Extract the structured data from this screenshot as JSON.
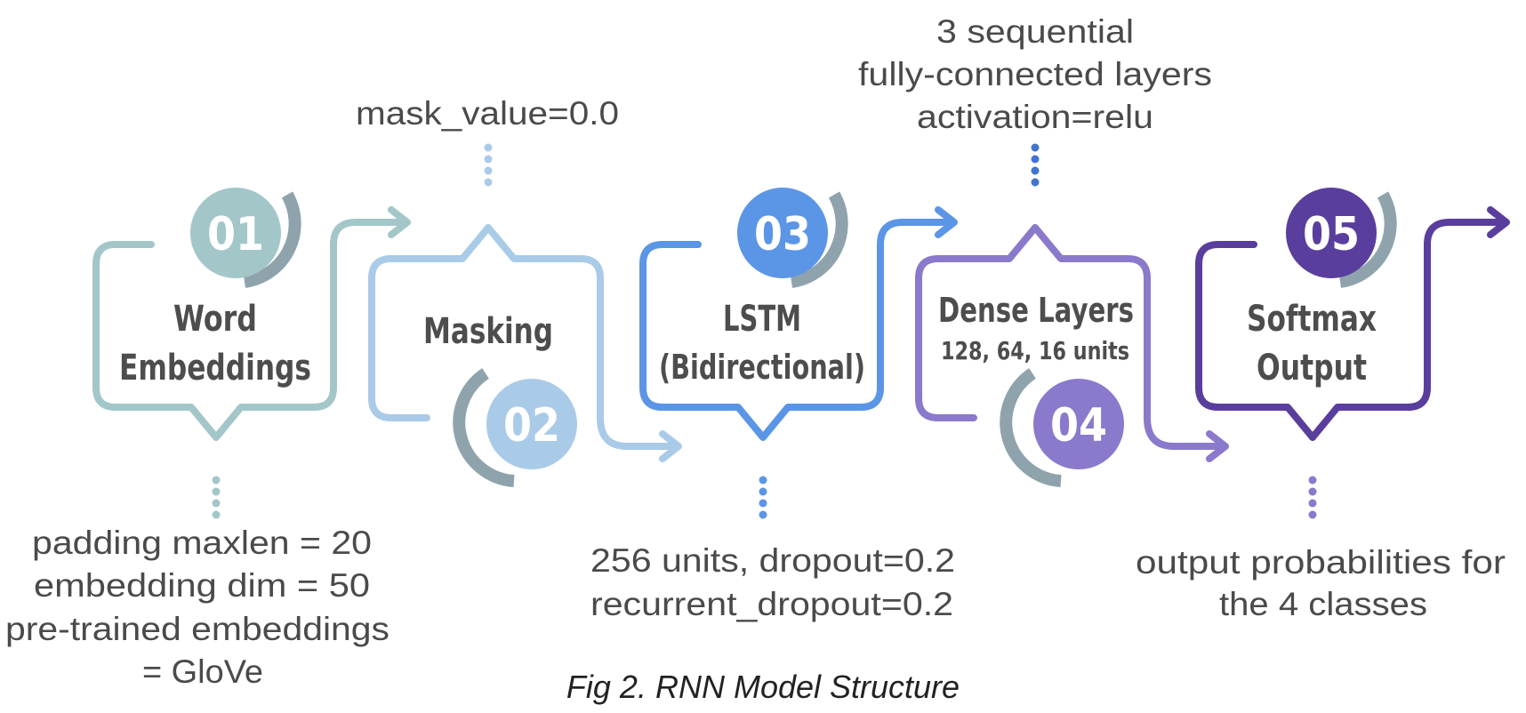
{
  "figure": {
    "caption": "Fig 2. RNN Model Structure",
    "colors": {
      "step1": "#a3c6c9",
      "step2": "#a9cbe8",
      "step3": "#5b95e6",
      "step4": "#8b79cc",
      "step5": "#5a3e9e",
      "arc": "#8fa3ad",
      "title": "#4d4d4d",
      "note": "#4a4a4a"
    },
    "steps": [
      {
        "number": "01",
        "title_line1": "Word",
        "title_line2": "Embeddings",
        "notes": [
          "padding maxlen = 20",
          "embedding dim = 50",
          "pre-trained embeddings",
          "= GloVe"
        ]
      },
      {
        "number": "02",
        "title_line1": "Masking",
        "notes": [
          "mask_value=0.0"
        ]
      },
      {
        "number": "03",
        "title_line1": "LSTM",
        "title_line2": "(Bidirectional)",
        "notes": [
          "256 units, dropout=0.2",
          "recurrent_dropout=0.2"
        ]
      },
      {
        "number": "04",
        "title_line1": "Dense Layers",
        "subtitle": "128, 64, 16 units",
        "notes": [
          "3 sequential",
          "fully-connected layers",
          "activation=relu"
        ]
      },
      {
        "number": "05",
        "title_line1": "Softmax",
        "title_line2": "Output",
        "notes": [
          "output probabilities for",
          "the 4 classes"
        ]
      }
    ]
  }
}
